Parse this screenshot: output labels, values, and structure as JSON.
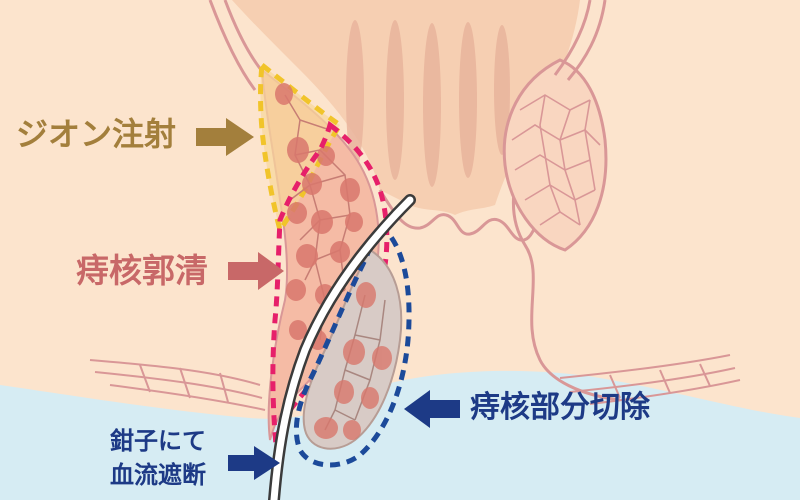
{
  "labels": {
    "zion": "ジオン注射",
    "kakukakusei": "痔核郭清",
    "bubun_setsujo": "痔核部分切除",
    "kanshi_line1": "鉗子にて",
    "kanshi_line2": "血流遮断"
  },
  "colors": {
    "zion": "#a37f3c",
    "kakukakusei": "#c86868",
    "bubun_setsujo": "#1d3a86",
    "kanshi": "#1d3a86",
    "zion_outline": "#f1c42a",
    "kakukakusei_outline": "#e6206a",
    "bubun_outline": "#1c4a9a",
    "skin": "#fce4cd",
    "skin_dark": "#f4c9a9",
    "tissue_line": "#d99797",
    "sky": "#d6ecf3"
  }
}
